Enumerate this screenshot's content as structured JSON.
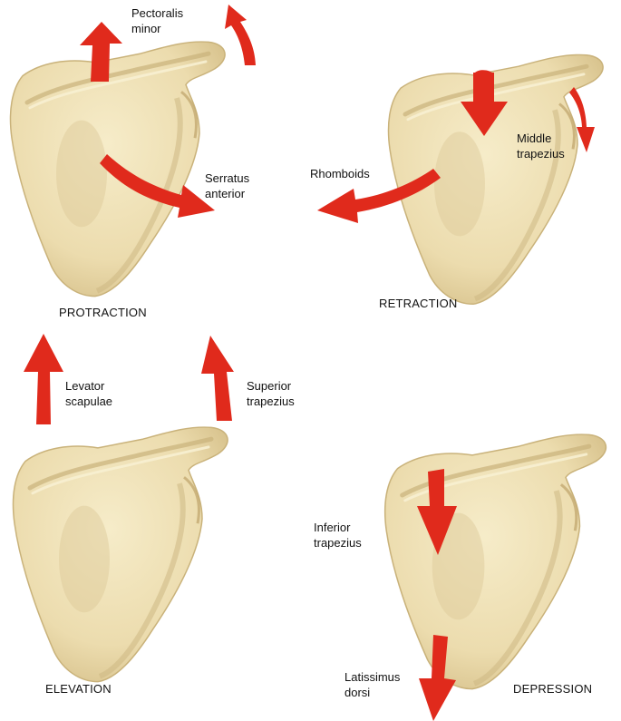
{
  "panels": {
    "protraction": {
      "caption": "PROTRACTION",
      "muscles": [
        {
          "line1": "Pectoralis",
          "line2": "minor"
        },
        {
          "line1": "Serratus",
          "line2": "anterior"
        }
      ]
    },
    "retraction": {
      "caption": "RETRACTION",
      "muscles": [
        {
          "line1": "Rhomboids",
          "line2": ""
        },
        {
          "line1": "Middle",
          "line2": "trapezius"
        }
      ]
    },
    "elevation": {
      "caption": "ELEVATION",
      "muscles": [
        {
          "line1": "Levator",
          "line2": "scapulae"
        },
        {
          "line1": "Superior",
          "line2": "trapezius"
        }
      ]
    },
    "depression": {
      "caption": "DEPRESSION",
      "muscles": [
        {
          "line1": "Inferior",
          "line2": "trapezius"
        },
        {
          "line1": "Latissimus",
          "line2": "dorsi"
        }
      ]
    }
  },
  "colors": {
    "bone": "#ecdcae",
    "bone_shadow": "#cdb883",
    "bone_highlight": "#f6ecc9",
    "arrow": "#e02a1c"
  }
}
